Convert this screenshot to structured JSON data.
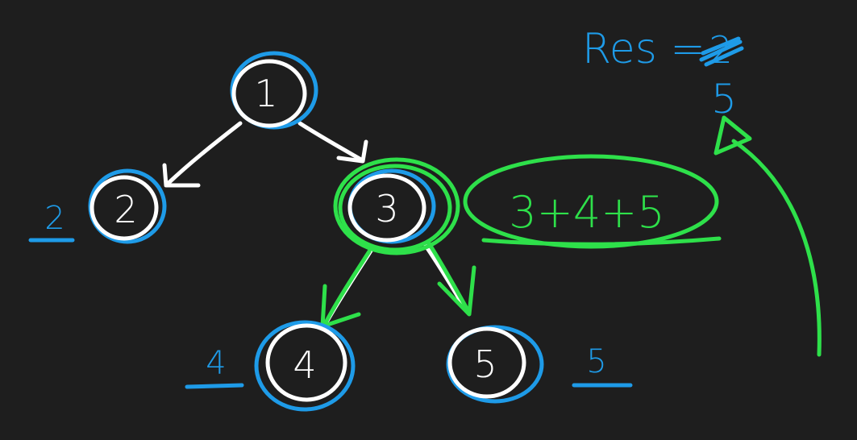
{
  "colors": {
    "background": "#1e1e1e",
    "node": "#ffffff",
    "blue": "#1e9be8",
    "green": "#2ee04a"
  },
  "tree": {
    "nodes": [
      {
        "id": "n1",
        "label": "1"
      },
      {
        "id": "n2",
        "label": "2"
      },
      {
        "id": "n3",
        "label": "3"
      },
      {
        "id": "n4",
        "label": "4"
      },
      {
        "id": "n5",
        "label": "5"
      }
    ],
    "edges": [
      {
        "from": "1",
        "to": "2"
      },
      {
        "from": "1",
        "to": "3"
      },
      {
        "from": "3",
        "to": "4"
      },
      {
        "from": "3",
        "to": "5"
      }
    ]
  },
  "annotations": {
    "node2_value": "2",
    "node4_value": "4",
    "node5_value": "5",
    "sum_expression": "3+4+5",
    "res_label": "Res =",
    "res_old_value": "2",
    "res_new_value": "5"
  }
}
